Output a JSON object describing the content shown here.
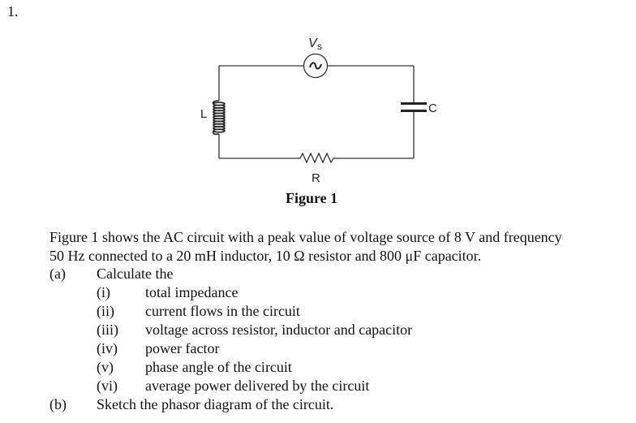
{
  "question_number": "1.",
  "figure": {
    "caption": "Figure 1",
    "components": {
      "source_label": "V",
      "source_subscript": "s",
      "source_symbol": "~",
      "inductor_label": "L",
      "capacitor_label": "C",
      "resistor_label": "R"
    }
  },
  "intro": {
    "line1": "Figure 1 shows the AC circuit with a peak value of voltage source of 8 V and frequency",
    "line2": "50 Hz connected to a 20 mH inductor, 10 Ω resistor and 800 μF capacitor."
  },
  "parts": [
    {
      "marker": "(a)",
      "text": "Calculate the",
      "subparts": [
        {
          "marker": "(i)",
          "text": "total impedance"
        },
        {
          "marker": "(ii)",
          "text": "current flows in the circuit"
        },
        {
          "marker": "(iii)",
          "text": "voltage across resistor, inductor and capacitor"
        },
        {
          "marker": "(iv)",
          "text": "power factor"
        },
        {
          "marker": "(v)",
          "text": "phase angle of the circuit"
        },
        {
          "marker": "(vi)",
          "text": "average power delivered by the circuit"
        }
      ]
    },
    {
      "marker": "(b)",
      "text": "Sketch the phasor diagram of the circuit."
    }
  ]
}
